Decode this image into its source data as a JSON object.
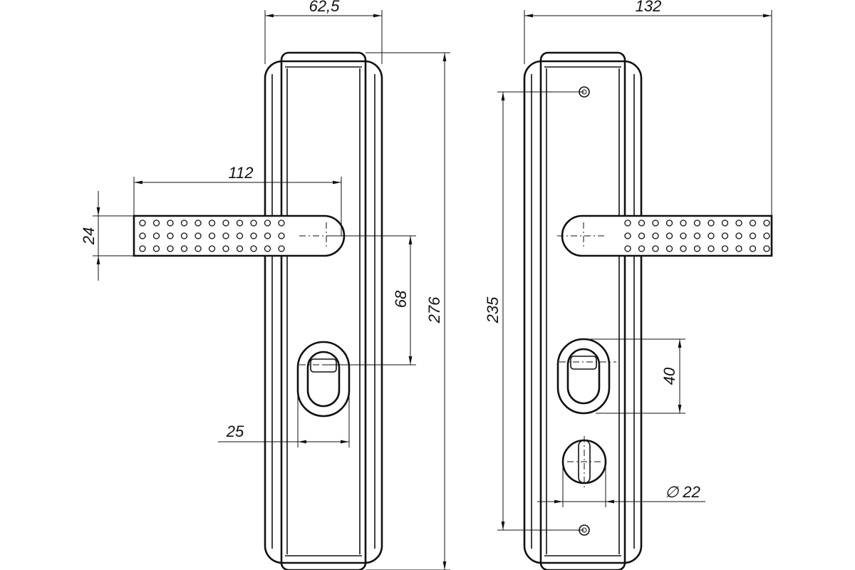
{
  "dimensions": {
    "plate_width": "62,5",
    "total_width": "132",
    "handle_length": "112",
    "handle_height": "24",
    "handle_to_cylinder": "68",
    "plate_height": "276",
    "screw_spacing": "235",
    "cylinder_width": "25",
    "cylinder_spacing": "40",
    "turn_knob_diameter": "∅ 22"
  }
}
